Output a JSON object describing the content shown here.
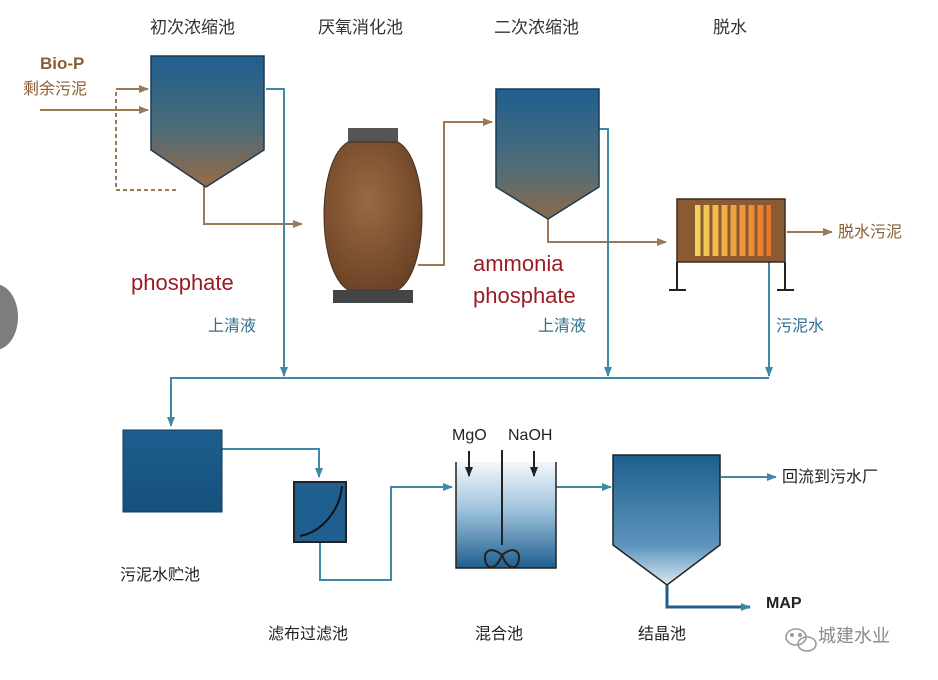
{
  "colors": {
    "brown_flow": "#9a7a56",
    "blue_flow": "#3f89a7",
    "tank_blue": "#1e5f8f",
    "digester_brown": "#8a5a35",
    "red_text": "#9b1b24"
  },
  "stages": {
    "primary_thickener": "初次浓缩池",
    "anaerobic_digester": "厌氧消化池",
    "secondary_thickener": "二次浓缩池",
    "dewatering": "脱水"
  },
  "inputs": {
    "bio_p": "Bio-P",
    "excess_sludge": "剩余污泥"
  },
  "annotations": {
    "phosphate_1": "phosphate",
    "ammonia": "ammonia",
    "phosphate_2": "phosphate"
  },
  "streams": {
    "supernatant_1": "上清液",
    "supernatant_2": "上清液",
    "sludge_water": "污泥水",
    "dewatered_sludge": "脱水污泥",
    "return_to_plant": "回流到污水厂",
    "product": "MAP"
  },
  "reagents": {
    "mgo": "MgO",
    "naoh": "NaOH"
  },
  "units": {
    "storage_tank": "污泥水贮池",
    "cloth_filter": "滤布过滤池",
    "mixing_tank": "混合池",
    "crystallizer": "结晶池"
  },
  "watermark": {
    "text": "城建水业",
    "icon": "wechat-icon"
  },
  "side_control": {
    "icon": "side-tab"
  }
}
